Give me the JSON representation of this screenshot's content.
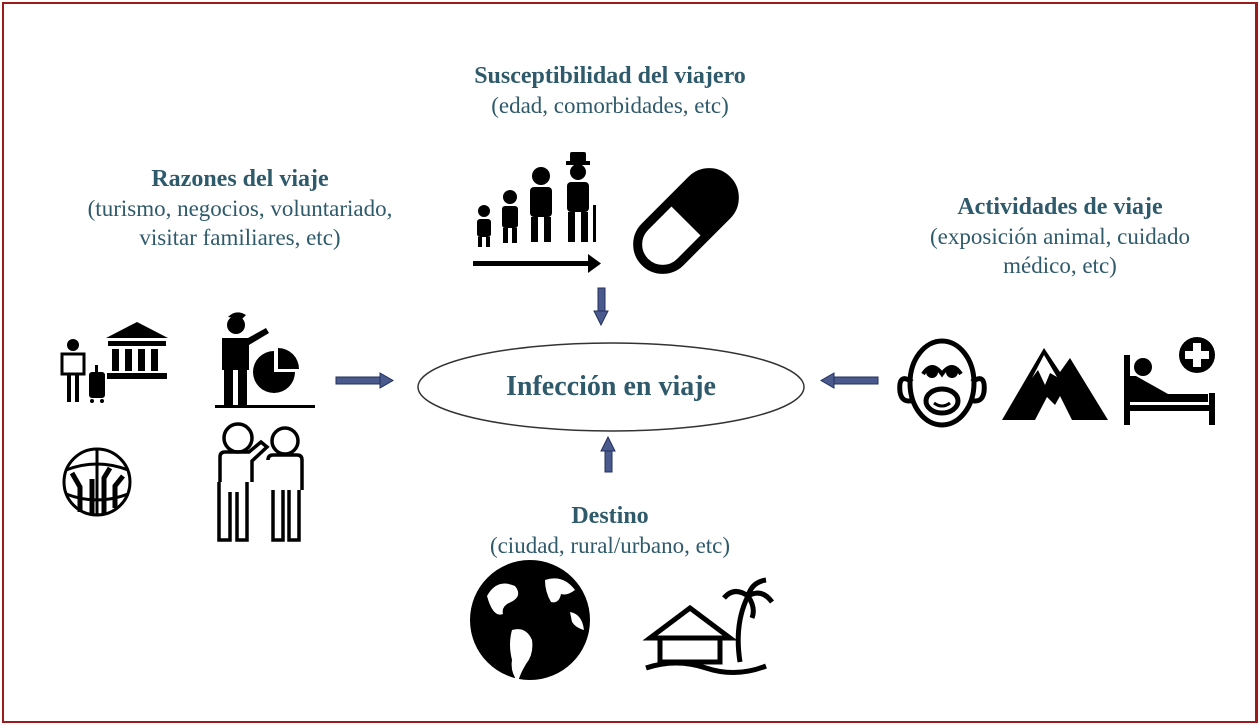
{
  "colors": {
    "frame": "#9b1b1b",
    "text": "#2e5a6b",
    "arrow": "#4a5a8c",
    "icon": "#000000"
  },
  "center": {
    "label": "Infección en viaje"
  },
  "top": {
    "title": "Susceptibilidad del viajero",
    "subtitle": "(edad, comorbidades, etc)"
  },
  "left": {
    "title": "Razones del viaje",
    "line1": "(turismo, negocios, voluntariado,",
    "line2": "visitar familiares, etc)"
  },
  "right": {
    "title": "Actividades de viaje",
    "line1": "(exposición animal, cuidado",
    "line2": "médico, etc)"
  },
  "bottom": {
    "title": "Destino",
    "subtitle": "(ciudad, rural/urbano, etc)"
  },
  "icons": [
    "traveler-luggage-icon",
    "bank-building-icon",
    "business-presentation-icon",
    "volunteer-hands-icon",
    "family-visit-icon",
    "age-progression-icon",
    "pill-capsule-icon",
    "monkey-icon",
    "mountain-icon",
    "hospital-bed-icon",
    "globe-icon",
    "beach-hut-icon"
  ]
}
